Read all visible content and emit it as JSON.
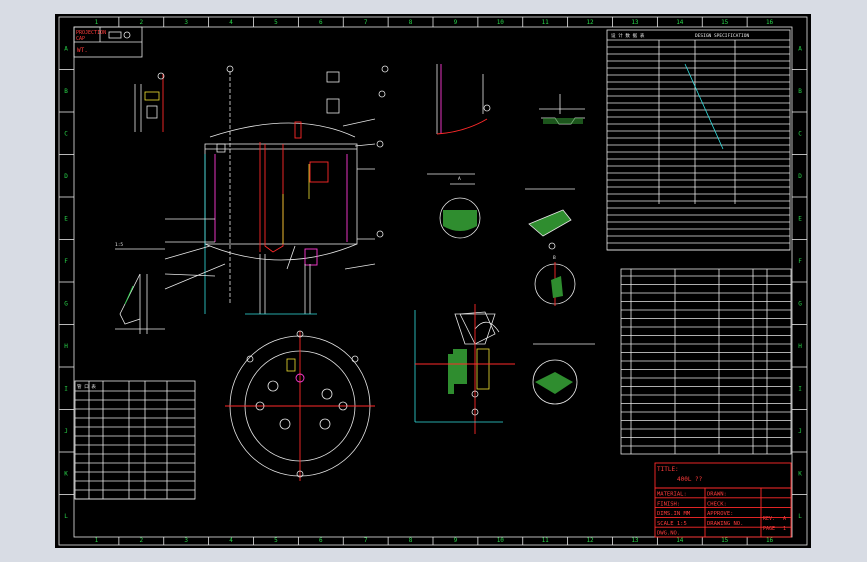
{
  "stamp": {
    "line1": "PROJECTION",
    "line2": "CAP",
    "weight_label": "WT."
  },
  "zones": {
    "columns": [
      "1",
      "2",
      "3",
      "4",
      "5",
      "6",
      "7",
      "8",
      "9",
      "10",
      "11",
      "12",
      "13",
      "14",
      "15",
      "16"
    ],
    "rows": [
      "A",
      "B",
      "C",
      "D",
      "E",
      "F",
      "G",
      "H",
      "I",
      "J",
      "K",
      "L"
    ]
  },
  "spec_table": {
    "title_cn": "设 计 数 据 表",
    "title_en": "DESIGN SPECIFICATION"
  },
  "title_block": {
    "title_label": "TITLE:",
    "title_value": "400L ??",
    "rows_left": [
      "MATERIAL:",
      "FINISH:",
      "DIMS.IN  MM",
      "SCALE  1:5",
      "DWG.NO."
    ],
    "rows_right": [
      "DRAWN:",
      "CHECK:",
      "APPROVE:",
      "DRAWING  NO.",
      ""
    ],
    "rev_label": "REV.",
    "rev_value": "A",
    "page_label": "PAGE",
    "page_value": "1"
  },
  "nozzle_table": {
    "title": "管 口 表"
  },
  "views": {
    "detail_a": "A",
    "detail_b": "B",
    "scale_label": "1:5"
  },
  "colors": {
    "sheet": "#000000",
    "frame": "#e8e8e8",
    "zone_marks": "#29d64a",
    "title_block": "#ff2a2a",
    "dimension": "#33e0e0",
    "centerline": "#ff2a2a"
  }
}
